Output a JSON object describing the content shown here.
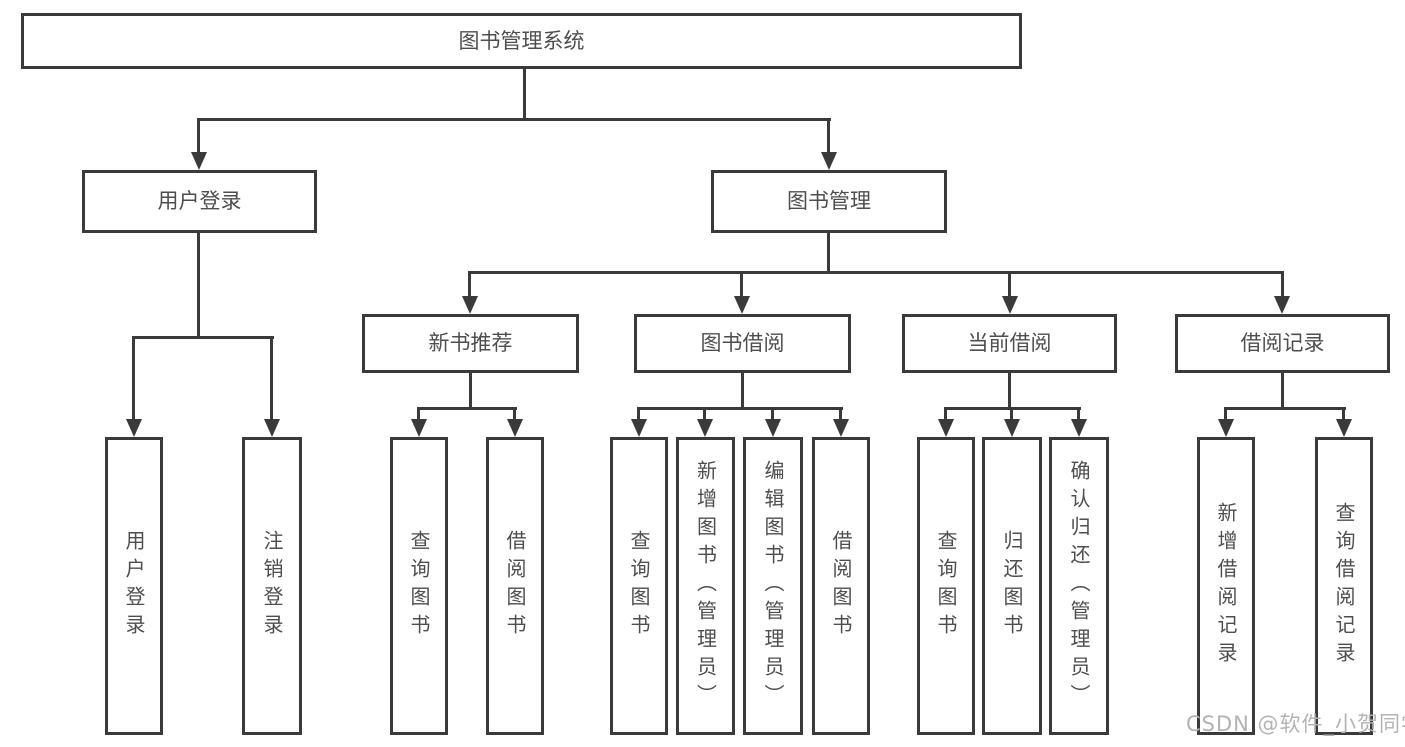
{
  "tree": {
    "root": {
      "label": "图书管理系统"
    },
    "branches": [
      {
        "label": "用户登录",
        "children": [
          {
            "label": "用户登录"
          },
          {
            "label": "注销登录"
          }
        ]
      },
      {
        "label": "图书管理",
        "children": [
          {
            "label": "新书推荐",
            "children": [
              {
                "label": "查询图书"
              },
              {
                "label": "借阅图书"
              }
            ]
          },
          {
            "label": "图书借阅",
            "children": [
              {
                "label": "查询图书"
              },
              {
                "label": "新增图书（管理员）"
              },
              {
                "label": "编辑图书（管理员）"
              },
              {
                "label": "借阅图书"
              }
            ]
          },
          {
            "label": "当前借阅",
            "children": [
              {
                "label": "查询图书"
              },
              {
                "label": "归还图书"
              },
              {
                "label": "确认归还（管理员）"
              }
            ]
          },
          {
            "label": "借阅记录",
            "children": [
              {
                "label": "新增借阅记录"
              },
              {
                "label": "查询借阅记录"
              }
            ]
          }
        ]
      }
    ]
  },
  "watermark": {
    "text": "CSDN @软件_小贺同学"
  },
  "colors": {
    "line": "#3a3a3a",
    "text": "#4e4e4e",
    "watermark": "#b3b3b3",
    "background": "#ffffff"
  }
}
